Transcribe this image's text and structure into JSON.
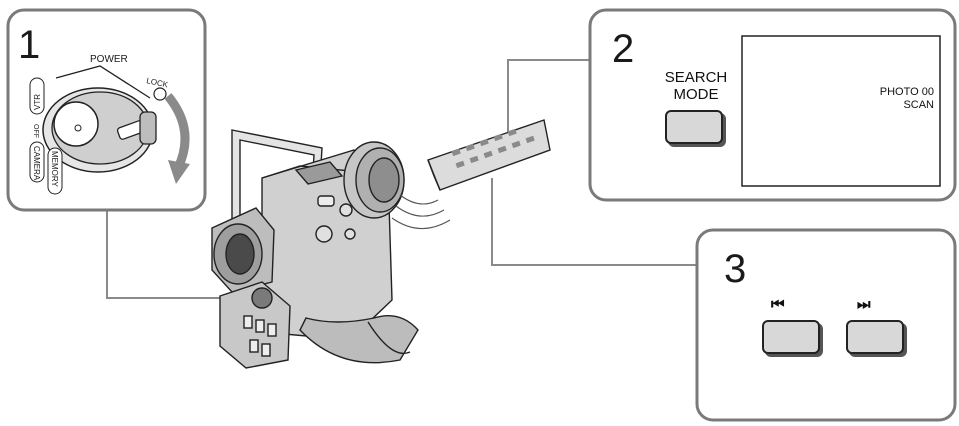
{
  "steps": {
    "step1": {
      "number": "1",
      "power_label": "POWER",
      "lock_label": "LOCK",
      "dial_positions": [
        "VTR",
        "OFF",
        "CAMERA",
        "MEMORY"
      ]
    },
    "step2": {
      "number": "2",
      "button_label_line1": "SEARCH",
      "button_label_line2": "MODE",
      "screen_line1": "PHOTO  00",
      "screen_line2": "SCAN"
    },
    "step3": {
      "number": "3",
      "prev_icon": "previous-icon",
      "next_icon": "next-icon",
      "prev_glyph": "⏮",
      "next_glyph": "⏭"
    }
  },
  "colors": {
    "panel_border": "#7a7a7a",
    "line": "#8a8a8a",
    "button_fill": "#d8d8d8"
  }
}
